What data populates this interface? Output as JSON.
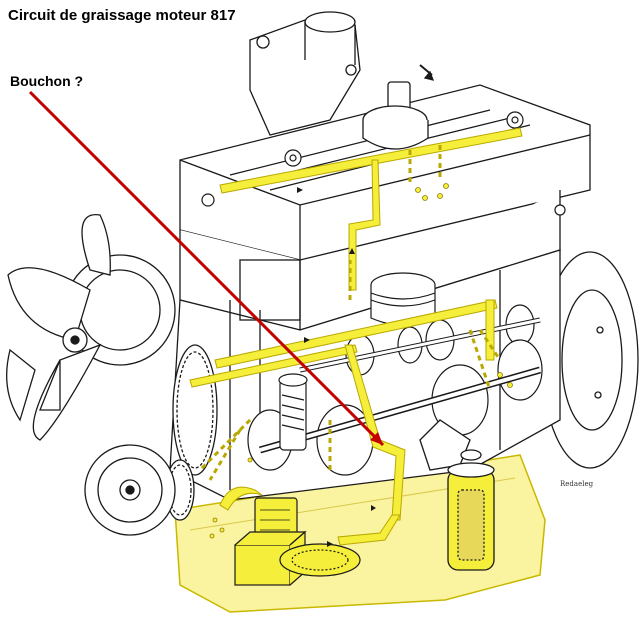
{
  "diagram": {
    "title": "Circuit de graissage moteur 817",
    "callout_label": "Bouchon ?",
    "illustrator_signature": "Redaeleg",
    "colors": {
      "oil_circuit": "#f5ee3a",
      "oil_outline": "#b9a800",
      "sump_fill": "#faf3a0",
      "callout_arrow": "#c40000",
      "line_art": "#1a1a1a"
    },
    "icons": [
      "flow-direction-arrow-icon",
      "piston-icon",
      "fan-icon",
      "oil-filter-icon",
      "oil-pump-icon"
    ]
  }
}
